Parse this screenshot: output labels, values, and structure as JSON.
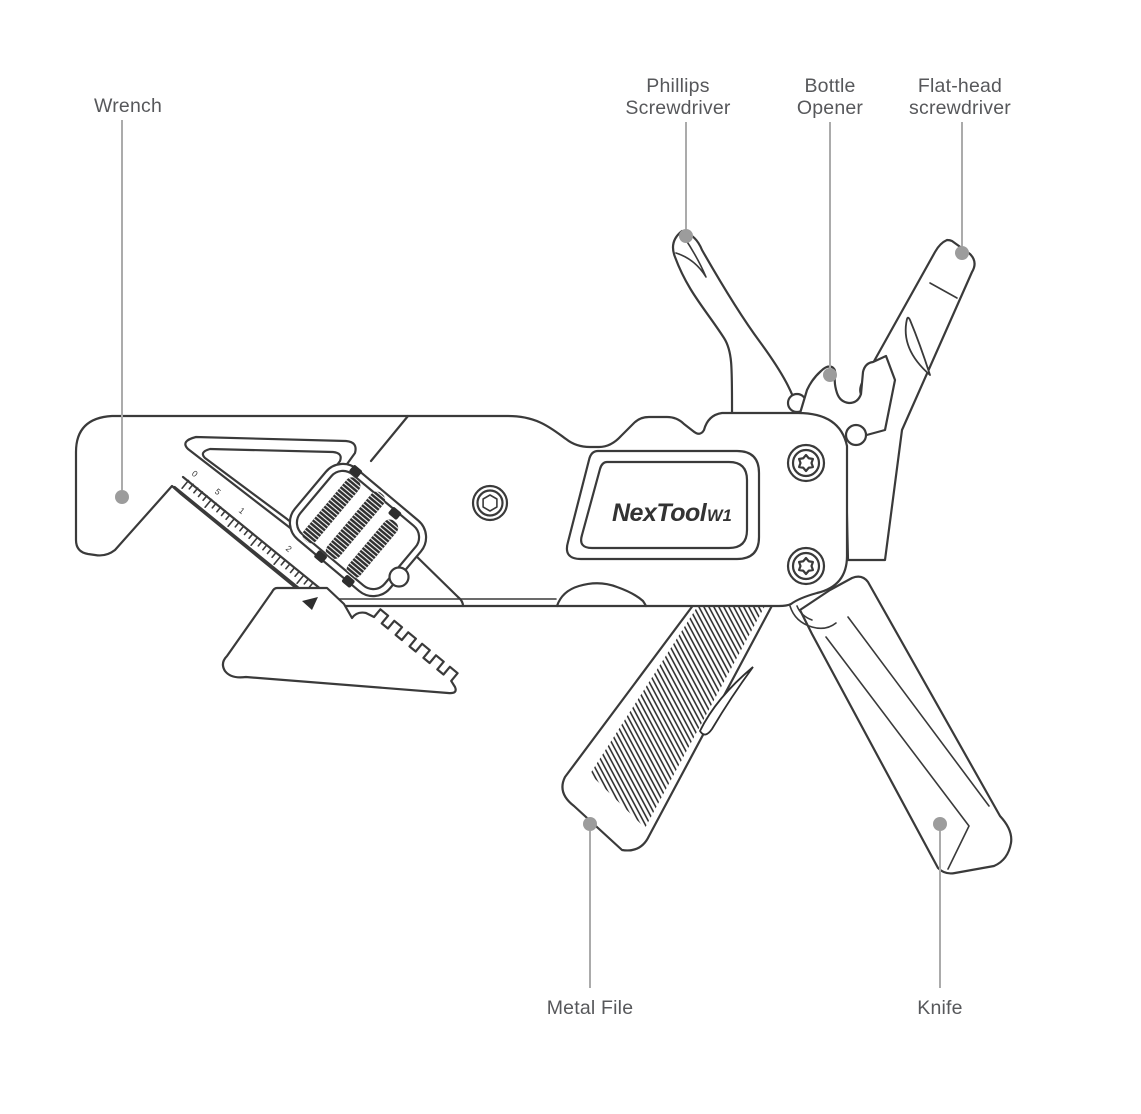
{
  "product": {
    "brand": "NexTool",
    "model": "W1"
  },
  "callouts": {
    "wrench": {
      "label": "Wrench"
    },
    "phillips": {
      "line1": "Phillips",
      "line2": "Screwdriver"
    },
    "bottle": {
      "line1": "Bottle",
      "line2": "Opener"
    },
    "flathead": {
      "line1": "Flat-head",
      "line2": "screwdriver"
    },
    "file": {
      "label": "Metal File"
    },
    "knife": {
      "label": "Knife"
    }
  },
  "ruler_marks": {
    "zero": "0",
    "five": "5",
    "one": "1",
    "two": "2"
  },
  "colors": {
    "outline": "#3a3a3a",
    "leader": "#ababab",
    "dot": "#9c9c9c",
    "label_text": "#57585b",
    "logo_text": "#333333",
    "dark_fill": "#2e2e2e"
  }
}
